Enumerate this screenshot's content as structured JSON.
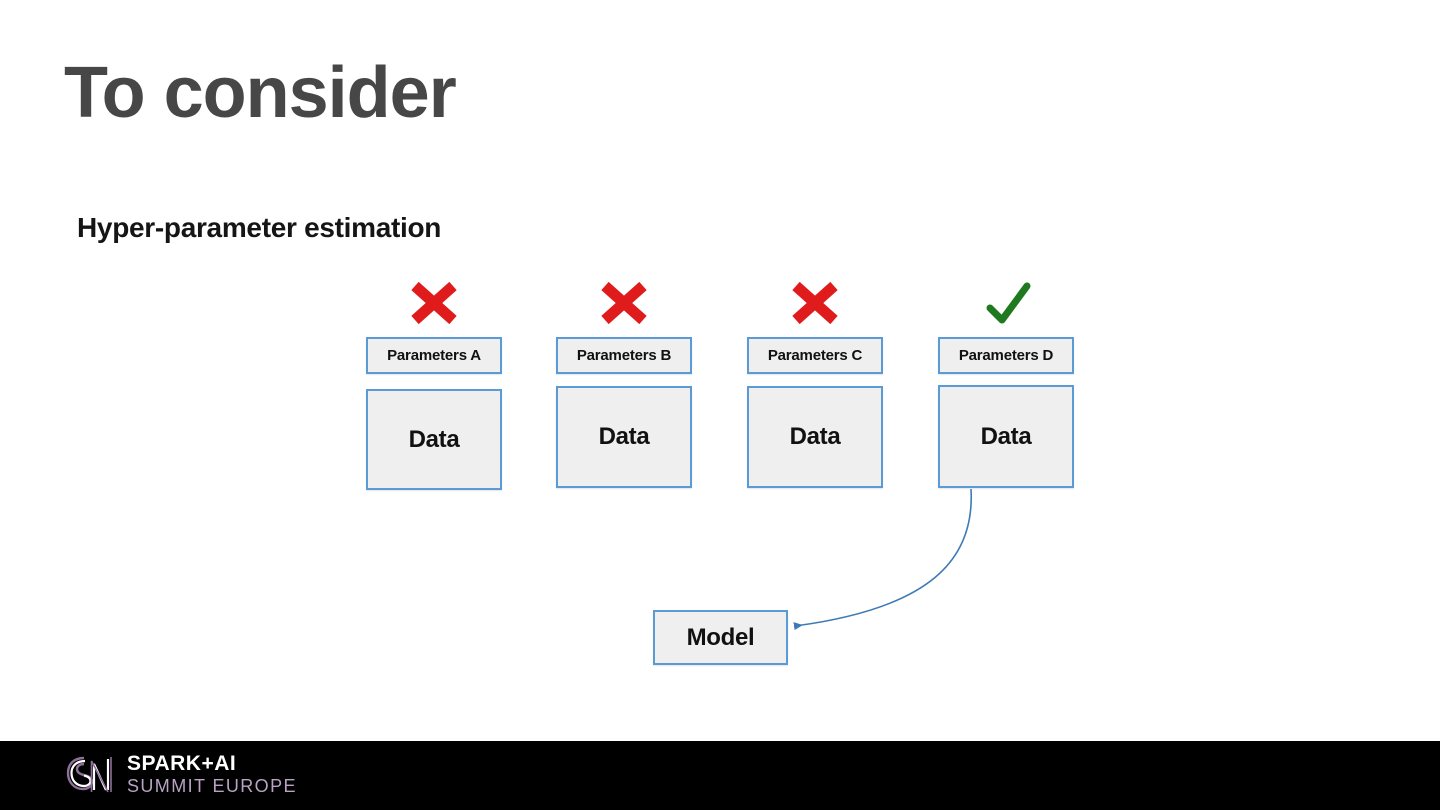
{
  "slide": {
    "title": "To consider",
    "subtitle": "Hyper-parameter estimation",
    "title_color": "#474747",
    "subtitle_color": "#151515",
    "background": "#ffffff"
  },
  "diagram": {
    "box_fill": "#EFEFEF",
    "box_border": "#5B9BD5",
    "reject_mark_color": "#E01B1B",
    "accept_mark_color": "#1F7A1F",
    "arrow_color": "#3E7BB6",
    "columns": [
      {
        "parameters_label": "Parameters A",
        "data_label": "Data",
        "mark": "cross-icon",
        "mark_meaning": "rejected"
      },
      {
        "parameters_label": "Parameters B",
        "data_label": "Data",
        "mark": "cross-icon",
        "mark_meaning": "rejected"
      },
      {
        "parameters_label": "Parameters C",
        "data_label": "Data",
        "mark": "cross-icon",
        "mark_meaning": "rejected"
      },
      {
        "parameters_label": "Parameters D",
        "data_label": "Data",
        "mark": "check-icon",
        "mark_meaning": "selected"
      }
    ],
    "result": {
      "label": "Model"
    }
  },
  "footer": {
    "background": "#000000",
    "logo_line1": "SPARK+AI",
    "logo_line2": "SUMMIT EUROPE",
    "logo_line1_color": "#FFFFFF",
    "logo_line2_color": "#B9A3C4"
  }
}
